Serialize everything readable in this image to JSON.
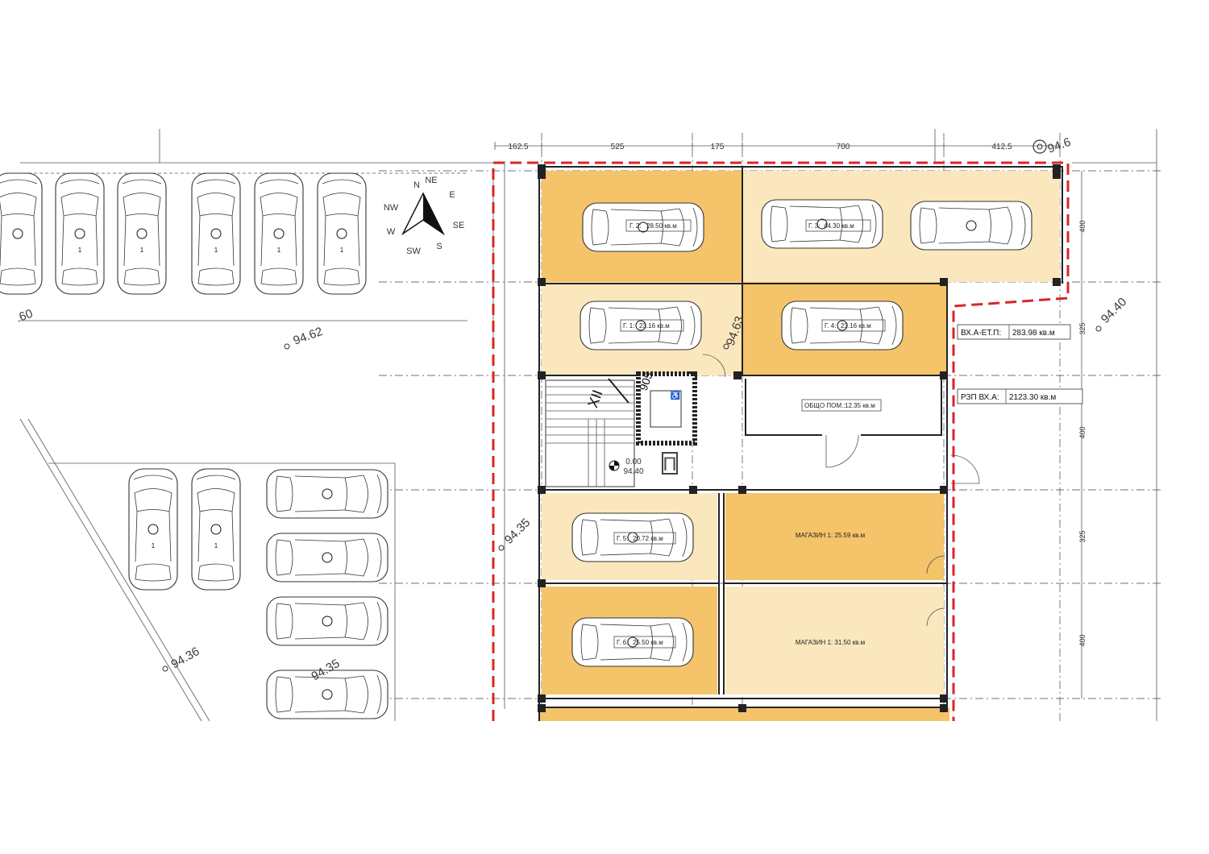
{
  "dimensions": {
    "top": [
      "162.5",
      "525",
      "175",
      "700",
      "412.5"
    ],
    "right": [
      "400",
      "325",
      "400",
      "325",
      "400"
    ]
  },
  "levels": {
    "top_right": "94.6",
    "left_top": ".60",
    "lot_a": "94.62",
    "entry": "94.63",
    "right": "94.40",
    "west_wall": "94.35",
    "diagonal": "94.36",
    "lot_b": "94.35",
    "datum_zero": "0.00",
    "datum_abs": "94.40"
  },
  "compass": {
    "n": "N",
    "ne": "NE",
    "e": "E",
    "se": "SE",
    "s": "S",
    "sw": "SW",
    "w": "W",
    "nw": "NW"
  },
  "garages": [
    {
      "code": "Г. 2:",
      "area": "28.50 кв.м"
    },
    {
      "code": "Г. 3:",
      "area": "44.30 кв.м"
    },
    {
      "code": "Г. 1:",
      "area": "23.16 кв.м"
    },
    {
      "code": "Г. 4:",
      "area": "23.16 кв.м"
    },
    {
      "code": "Г. 5:",
      "area": "20.72 кв.м"
    },
    {
      "code": "Г. 6:",
      "area": "25.50 кв.м"
    }
  ],
  "common_room": {
    "code": "ОБЩО ПОМ.:",
    "area": "12.35 кв.м"
  },
  "shops": [
    {
      "label": "МАГАЗИН 1: 25.59 кв.м"
    },
    {
      "label": "МАГАЗИН 1: 31.50 кв.м"
    }
  ],
  "summary": [
    {
      "label": "ВХ.А-ЕТ.П:",
      "value": "283.98 кв.м"
    },
    {
      "label": "РЗП ВХ.А:",
      "value": "2123.30 кв.м"
    }
  ],
  "stair": {
    "label": "XII",
    "number": "905"
  },
  "lift_label": "П",
  "parking_number": "1",
  "colors": {
    "dark_garage": "#f5c46a",
    "light_garage": "#fbe7bd",
    "boundary": "#d9262a"
  }
}
